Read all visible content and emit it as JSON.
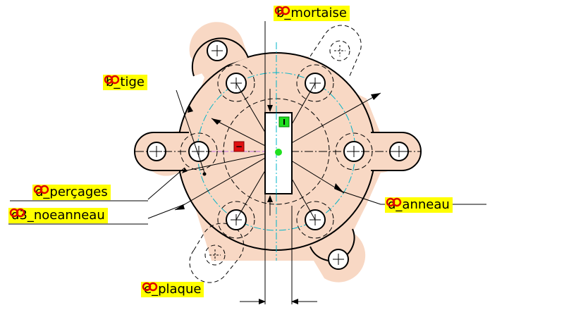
{
  "drawing": {
    "colors": {
      "plate_fill": "#f8d8c4",
      "outline": "#000000",
      "centerline": "#00b4c8",
      "construction": "#c070e0",
      "label_bg": "#ffff00",
      "icon": "#e00000",
      "marker_green": "#20e020",
      "marker_red": "#e01010"
    },
    "parameters": [
      {
        "id": "b_mortaise",
        "label": "b_mortaise",
        "icon": "link-rings-icon"
      },
      {
        "id": "b_tige",
        "label": "b_tige",
        "icon": "link-rings-icon"
      },
      {
        "id": "d_percages",
        "label": "d_perçages",
        "icon": "link-rings-icon"
      },
      {
        "id": "d3_noeanneau",
        "label": "d3_noeanneau",
        "icon": "link-rings-icon"
      },
      {
        "id": "d_anneau",
        "label": "d_anneau",
        "icon": "link-rings-icon"
      },
      {
        "id": "e_plaque",
        "label": "e_plaque",
        "icon": "link-rings-icon"
      }
    ],
    "markers": [
      {
        "id": "green-marker",
        "text": "I"
      },
      {
        "id": "red-marker",
        "text": "−"
      }
    ]
  }
}
